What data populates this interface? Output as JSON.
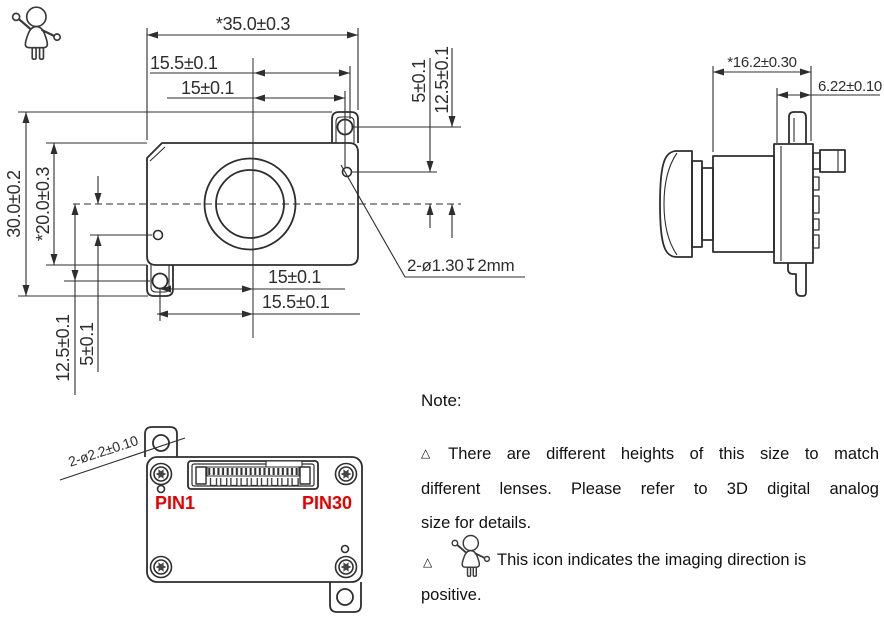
{
  "drawing": {
    "line_color": "#2e2e2e",
    "accent_red": "#e60000"
  },
  "front_view": {
    "dim_total_width": "*35.0±0.3",
    "dim_tab_hole_x": "15.5±0.1",
    "dim_hole_x": "15±0.1",
    "dim_hole_y_right": "5±0.1",
    "dim_tab_hole_y_right": "12.5±0.1",
    "dim_total_height": "30.0±0.2",
    "dim_body_height": "*20.0±0.3",
    "dim_tab_hole_y_left": "12.5±0.1",
    "dim_hole_y_left": "5±0.1",
    "dim_hole_x_bottom": "15±0.1",
    "dim_tab_hole_x_bottom": "15.5±0.1",
    "hole_callout": "2-ø1.30↧2mm"
  },
  "side_view": {
    "dim_total_depth": "*16.2±0.30",
    "dim_board_depth": "6.22±0.10"
  },
  "back_view": {
    "hole_callout": "2-ø2.2±0.10",
    "pin_first": "PIN1",
    "pin_last": "PIN30"
  },
  "notes": {
    "title": "Note:",
    "marker": "△",
    "note1_lines": [
      "There are different heights of this size to match",
      "different lenses. Please refer to 3D digital analog",
      "size for details."
    ],
    "note2_line1": "This icon indicates the imaging direction is",
    "note2_line2": "positive."
  }
}
